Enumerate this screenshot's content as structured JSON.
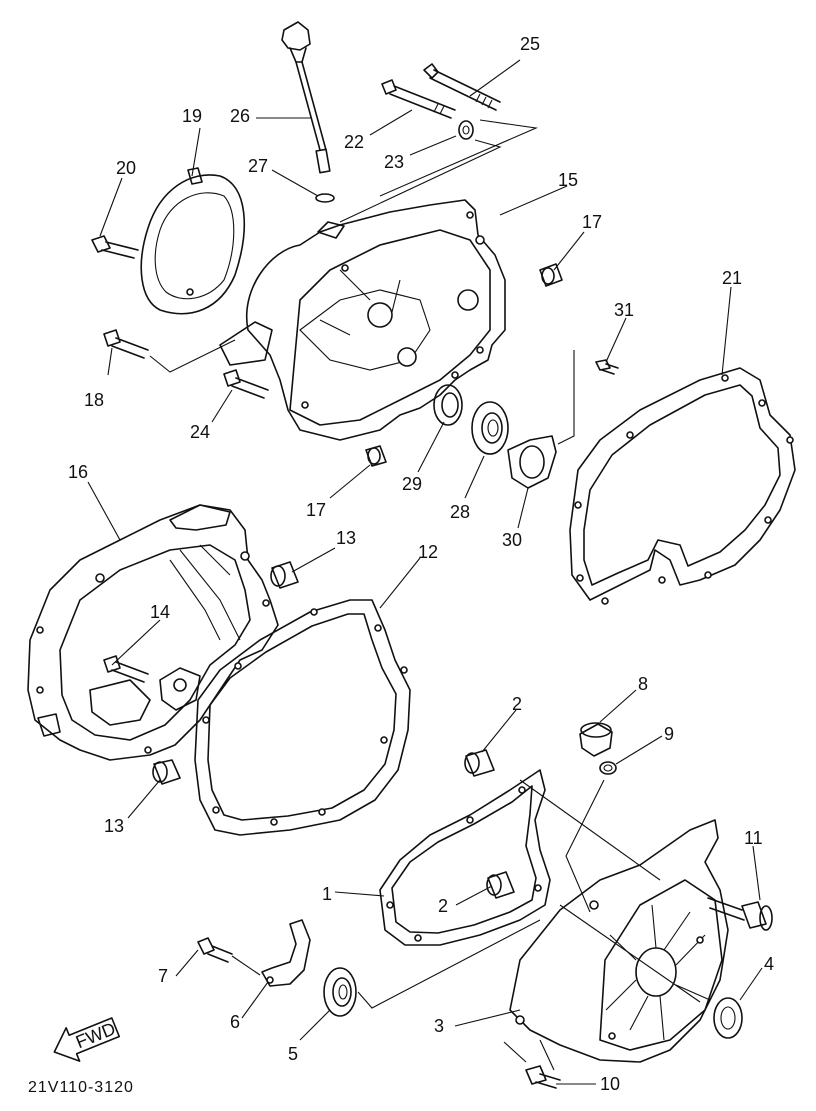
{
  "labels": [
    "1",
    "2",
    "2",
    "3",
    "4",
    "5",
    "6",
    "7",
    "8",
    "9",
    "10",
    "11",
    "12",
    "13",
    "13",
    "14",
    "15",
    "16",
    "17",
    "17",
    "18",
    "19",
    "20",
    "21",
    "22",
    "23",
    "24",
    "25",
    "26",
    "27",
    "28",
    "29",
    "30",
    "31"
  ],
  "drawing_code": "21V110-3120",
  "fwd_arrow": "FWD"
}
